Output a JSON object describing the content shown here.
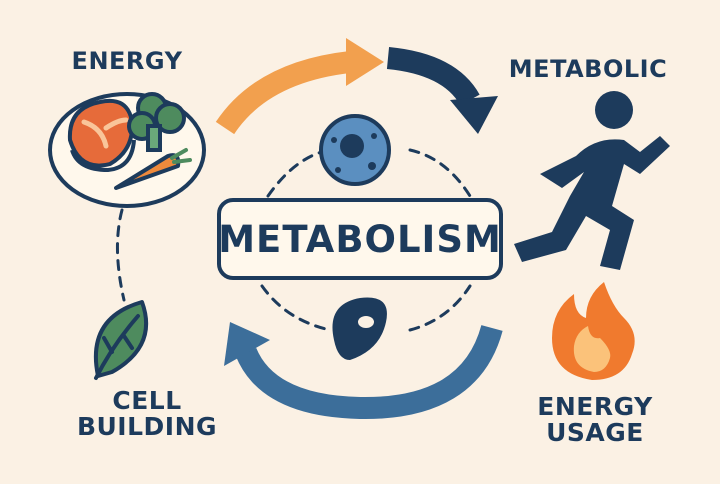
{
  "labels": {
    "energy": "ENERGY",
    "metabolic": "METABOLIC",
    "cell_line1": "CELL",
    "cell_line2": "BUILDING",
    "usage_line1": "ENERGY",
    "usage_line2": "USAGE"
  },
  "center": {
    "title": "METABOLISM"
  },
  "icons": [
    "food-plate-icon",
    "runner-icon",
    "leaf-icon",
    "flame-icon",
    "cell-icon",
    "bean-icon"
  ],
  "colors": {
    "background": "#fbf1e4",
    "navy": "#1d3b5c",
    "arrow_orange": "#f2a04e",
    "arrow_blue": "#3c6e9a",
    "leaf_green": "#4e8b5e",
    "flame_orange": "#f07a2e",
    "cell_blue": "#5b8fc0"
  }
}
